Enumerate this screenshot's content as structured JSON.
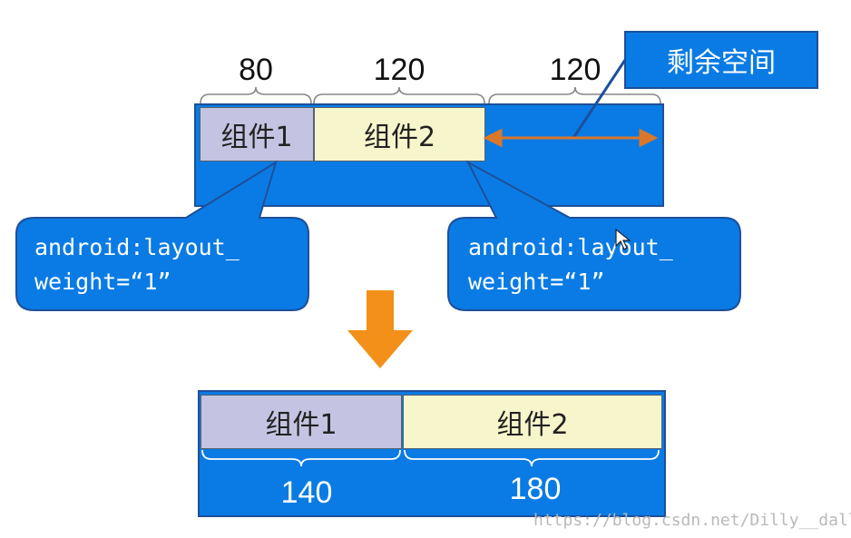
{
  "top": {
    "widths": [
      "80",
      "120",
      "120"
    ],
    "component1": "组件1",
    "component2": "组件2",
    "remaining_space": "剩余空间"
  },
  "callouts": {
    "left": {
      "line1": "android:layout_",
      "line2": "weight=“1”"
    },
    "right": {
      "line1": "android:layout_",
      "line2": "weight=“1”"
    }
  },
  "bottom": {
    "component1": "组件1",
    "component2": "组件2",
    "widths": [
      "140",
      "180"
    ]
  },
  "watermark": "https://blog.csdn.net/Dilly__dally",
  "colors": {
    "container_blue": "#0a7be4",
    "component1_fill": "#c4c4e2",
    "component2_fill": "#f7f5cb",
    "arrow_orange": "#f39019",
    "double_arrow": "#d9772a"
  }
}
